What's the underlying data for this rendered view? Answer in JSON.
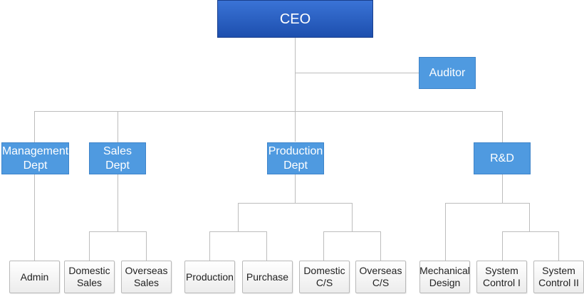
{
  "ceo": "CEO",
  "auditor": "Auditor",
  "departments": {
    "management": "Management\nDept",
    "sales": "Sales\nDept",
    "production": "Production\nDept",
    "rnd": "R&D"
  },
  "teams": {
    "admin": "Admin",
    "domestic_sales": "Domestic\nSales",
    "overseas_sales": "Overseas\nSales",
    "production": "Production",
    "purchase": "Purchase",
    "domestic_cs": "Domestic\nC/S",
    "overseas_cs": "Overseas\nC/S",
    "mechanical_design": "Mechanical\nDesign",
    "system_control_1": "System\nControl I",
    "system_control_2": "System\nControl II"
  },
  "colors": {
    "ceo": "#1d4fae",
    "department": "#4f9ae0",
    "team": "#f2f2f2",
    "connector": "#bdbdbd"
  }
}
